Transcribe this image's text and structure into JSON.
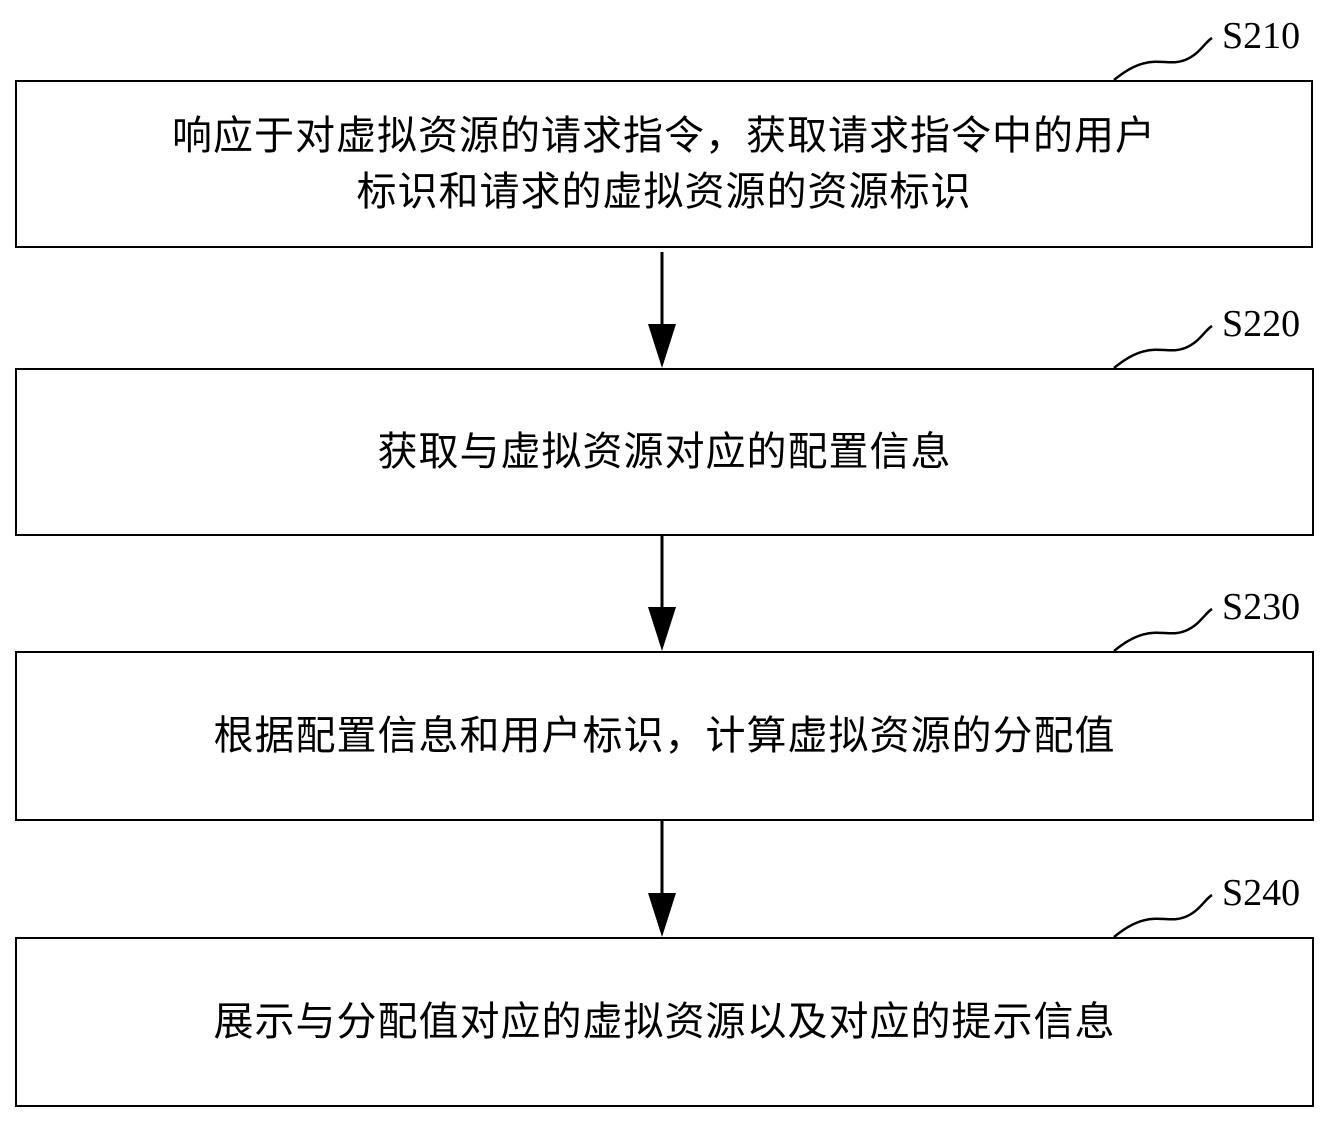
{
  "steps": [
    {
      "id": "S210",
      "label": "S210",
      "text": "响应于对虚拟资源的请求指令，获取请求指令中的用户\n标识和请求的虚拟资源的资源标识"
    },
    {
      "id": "S220",
      "label": "S220",
      "text": "获取与虚拟资源对应的配置信息"
    },
    {
      "id": "S230",
      "label": "S230",
      "text": "根据配置信息和用户标识，计算虚拟资源的分配值"
    },
    {
      "id": "S240",
      "label": "S240",
      "text": "展示与分配值对应的虚拟资源以及对应的提示信息"
    }
  ]
}
